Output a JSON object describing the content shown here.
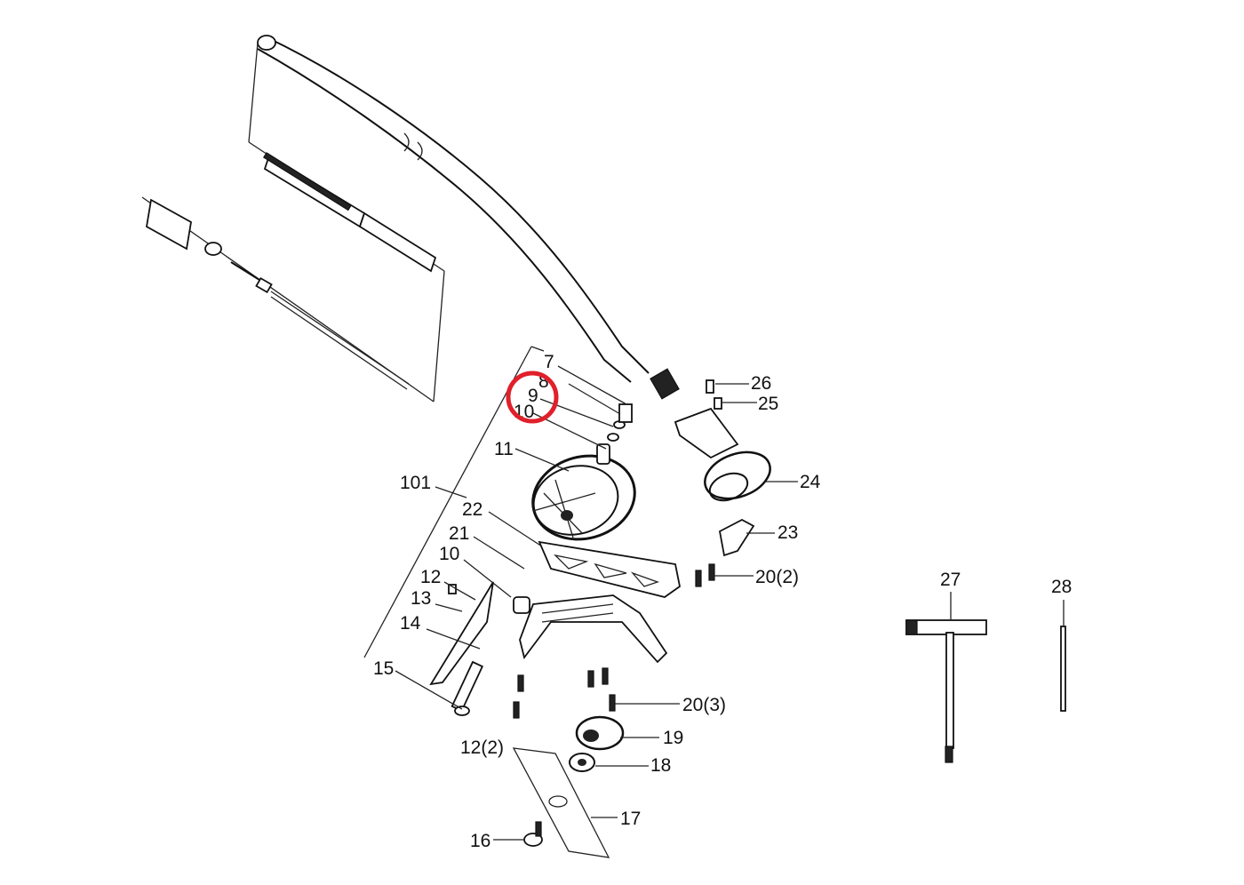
{
  "labels": {
    "p7": "7",
    "p8": "8",
    "p9": "9",
    "p10a": "10",
    "p11": "11",
    "p101": "101",
    "p22": "22",
    "p21": "21",
    "p10b": "10",
    "p12a": "12",
    "p13": "13",
    "p14": "14",
    "p15": "15",
    "p12b": "12(2)",
    "p16": "16",
    "p17": "17",
    "p18": "18",
    "p19": "19",
    "p20a": "20(3)",
    "p20b": "20(2)",
    "p23": "23",
    "p24": "24",
    "p25": "25",
    "p26": "26",
    "p27": "27",
    "p28": "28"
  },
  "highlight": {
    "target": "9",
    "color": "#e0202a"
  }
}
